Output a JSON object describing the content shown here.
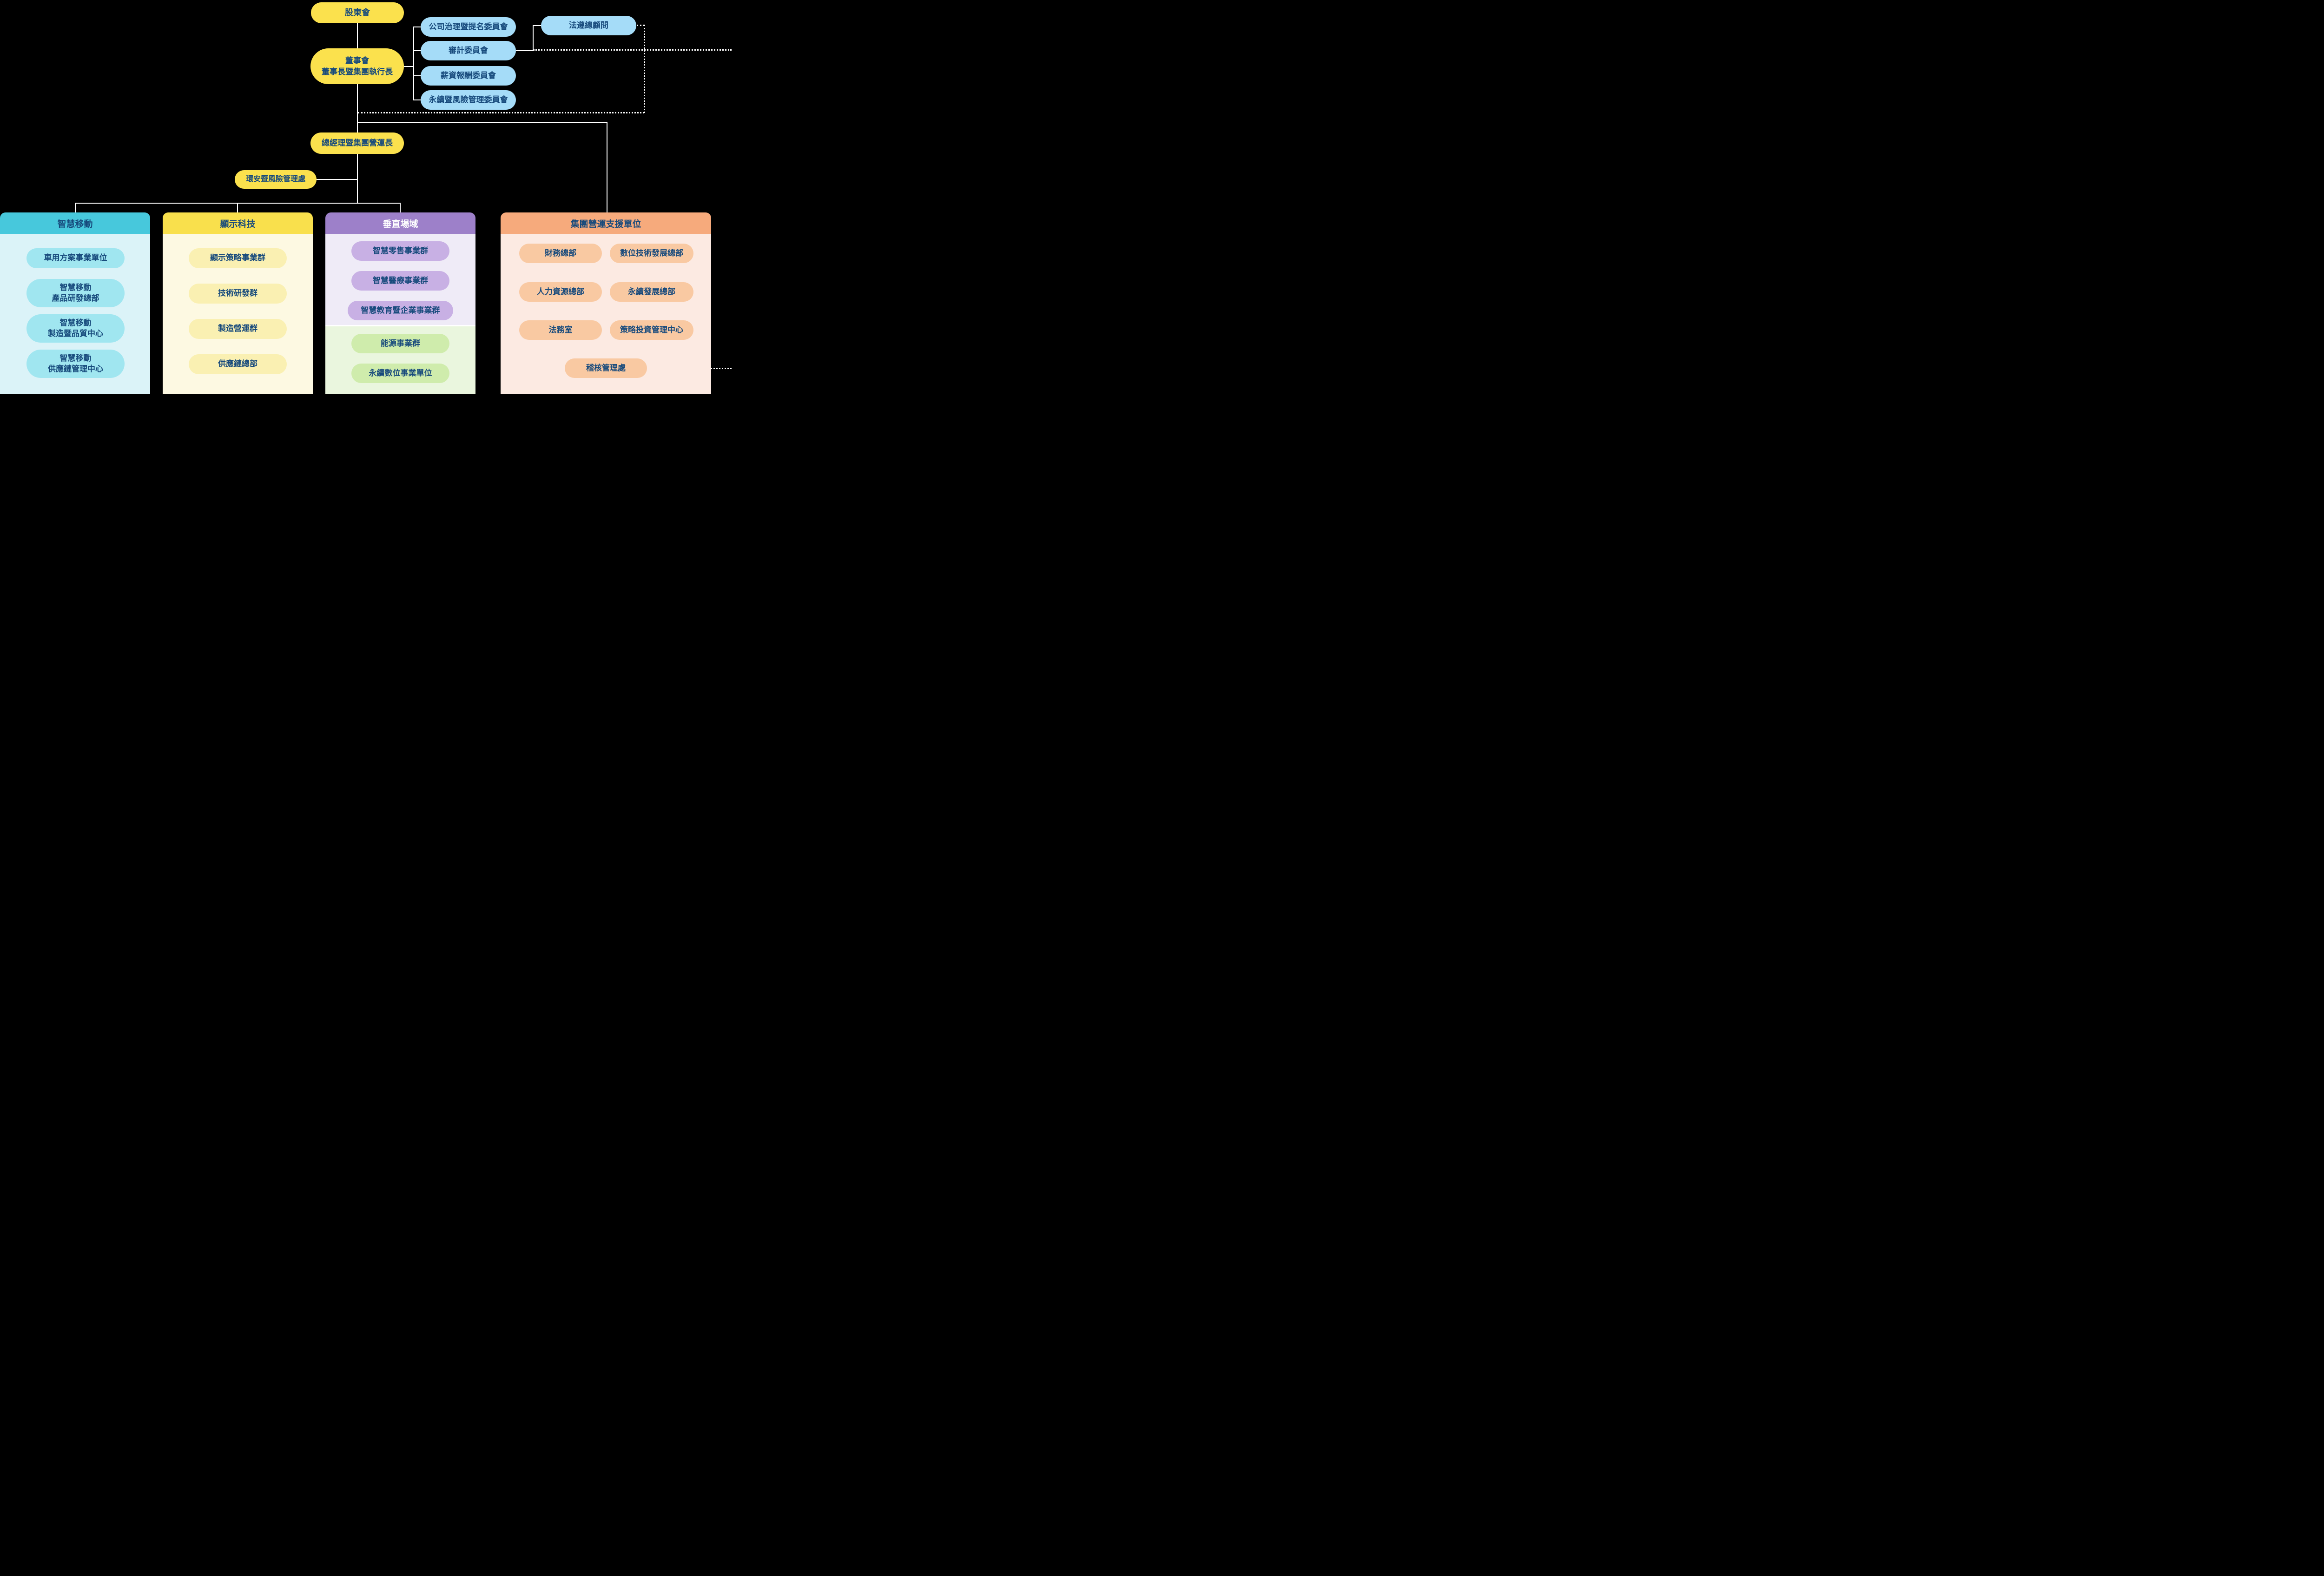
{
  "org": {
    "shareholders": "股東會",
    "board": "董事會\n董事長暨集團執行長",
    "committees": [
      "公司治理暨提名委員會",
      "審計委員會",
      "薪資報酬委員會",
      "永續暨風險管理委員會"
    ],
    "compliance_counsel": "法遵總顧問",
    "president": "總經理暨集團營運長",
    "ehs_office": "環安暨風險管理處"
  },
  "divisions": [
    {
      "title": "智慧移動",
      "units": [
        "車用方案事業單位",
        "智慧移動\n產品研發總部",
        "智慧移動\n製造暨品質中心",
        "智慧移動\n供應鏈管理中心"
      ]
    },
    {
      "title": "顯示科技",
      "units": [
        "顯示策略事業群",
        "技術研發群",
        "製造營運群",
        "供應鏈總部"
      ]
    },
    {
      "title": "垂直場域",
      "units": [
        "智慧零售事業群",
        "智慧醫療事業群",
        "智慧教育暨企業事業群"
      ],
      "green_units": [
        "能源事業群",
        "永續數位事業單位"
      ]
    },
    {
      "title": "集團營運支援單位",
      "units": [
        "財務總部",
        "數位技術發展總部",
        "人力資源總部",
        "永續發展總部",
        "法務室",
        "策略投資管理中心",
        "稽核管理處"
      ]
    }
  ],
  "palette": {
    "background": "#000000",
    "connector_line": "#FFFFFF",
    "text_navy": "#174A7C",
    "executive_yellow": "#FBE14D",
    "committee_blue": "#A5DCF8",
    "smart_mobility": {
      "header": "#47C8DC",
      "body": "#DBF3F8",
      "pill": "#A0E6F0"
    },
    "display_tech": {
      "header": "#F9E04C",
      "body": "#FDF9E2",
      "pill": "#FAF0B2"
    },
    "vertical_domain": {
      "header": "#9D80C9",
      "body": "#EFEBF7",
      "pill": "#C8B0E4",
      "energy_body": "#EAF6DE",
      "energy_pill": "#CFECAC"
    },
    "group_support": {
      "header": "#F6AA7C",
      "body": "#FCEAE2",
      "pill": "#F9C9A2"
    }
  }
}
